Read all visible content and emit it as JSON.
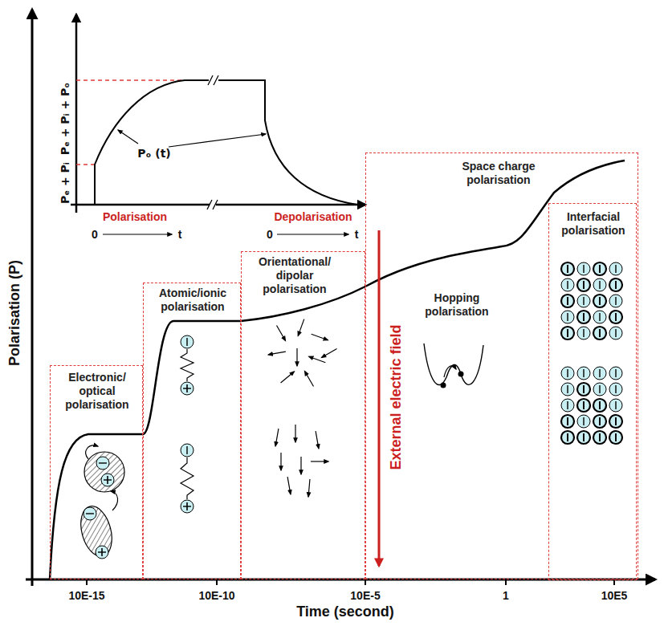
{
  "diagram": {
    "nodes": [
      {
        "text": [
          "Electronic/ optical polarisation"
        ]
      },
      {
        "text": [
          "Atomic/ionic polarisation"
        ]
      },
      {
        "text": [
          "Orientational/ dipolar polarisation"
        ]
      },
      {
        "text": [
          "Space charge polarisation",
          "Hopping polarisation"
        ]
      },
      {
        "text": [
          "Interfacial polarisation"
        ],
        "in": 3
      }
    ],
    "labels": [
      "Polarisation (P)",
      "Time (second)",
      "10E-15",
      "10E-10",
      "10E-5",
      "1",
      "10E5",
      "External electric field",
      "Pₑ + Pᵢ + Pₒ",
      "Pₑ + Pᵢ",
      "Pₒ (t)",
      "Polarisation",
      "Depolarisation",
      "0",
      "t",
      "0",
      "t"
    ]
  }
}
